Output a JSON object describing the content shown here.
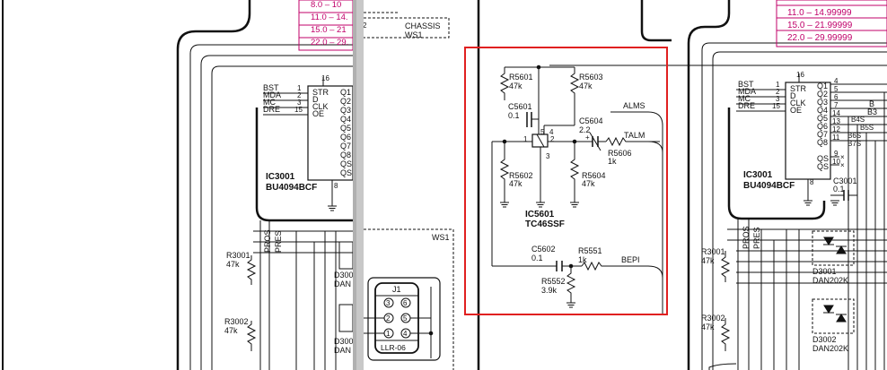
{
  "colors": {
    "line": "#111111",
    "highlight": "#e02020",
    "pink_table": "#c0006a",
    "separator_gray": "#c8c8c8"
  },
  "left_panel": {
    "freq_table_rows": [
      "8.0 – 10",
      "11.0 – 14.",
      "15.0 – 21",
      "22.0 – 29."
    ],
    "chassis_label": "CHASSIS",
    "ws1_top_label": "WS1",
    "pin_2": "2",
    "ic_label": "IC3001",
    "ic_part": "BU4094BCF",
    "ic_pin_top": "16",
    "ic_pin_bottom": "8",
    "pins_left": [
      {
        "signal": "BST",
        "num": "1",
        "name": "STR"
      },
      {
        "signal": "MDA",
        "num": "2",
        "name": "D"
      },
      {
        "signal": "MC",
        "num": "3",
        "name": "CLK"
      },
      {
        "signal": "DRE",
        "num": "15",
        "name": "OE"
      }
    ],
    "pins_right": [
      "Q1",
      "Q2",
      "Q3",
      "Q4",
      "Q5",
      "Q6",
      "Q7",
      "Q8",
      "QS",
      "QS"
    ],
    "vertical_labels": [
      "PROS",
      "PRES"
    ],
    "r3001": {
      "name": "R3001",
      "value": "47k"
    },
    "r3002": {
      "name": "R3002",
      "value": "47k"
    },
    "d3001_partial": {
      "name": "D300",
      "part": "DAN"
    },
    "d3002_partial": {
      "name": "D300",
      "part": "DAN"
    },
    "ws1_label": "WS1",
    "connector": {
      "name": "J1",
      "part": "LLR-06",
      "pins": [
        "3",
        "6",
        "2",
        "5",
        "1",
        "4"
      ]
    }
  },
  "middle_panel": {
    "r5601": {
      "name": "R5601",
      "value": "47k"
    },
    "r5603": {
      "name": "R5603",
      "value": "47k"
    },
    "c5601": {
      "name": "C5601",
      "value": "0.1"
    },
    "c5604": {
      "name": "C5604",
      "value": "2.2"
    },
    "r5602": {
      "name": "R5602",
      "value": "47k"
    },
    "r5604": {
      "name": "R5604",
      "value": "47k"
    },
    "r5606": {
      "name": "R5606",
      "value": "1k"
    },
    "ic_pins": [
      "5",
      "4",
      "1",
      "2",
      "3"
    ],
    "plus_sign": "+",
    "alms": "ALMS",
    "talm": "TALM",
    "ic_label": "IC5601",
    "ic_part": "TC46SSF",
    "c5602": {
      "name": "C5602",
      "value": "0.1"
    },
    "r5551": {
      "name": "R5551",
      "value": "1k"
    },
    "r5552": {
      "name": "R5552",
      "value": "3.9k"
    },
    "bepi": "BEPI"
  },
  "right_panel": {
    "freq_table_rows": [
      "11.0 – 14.99999",
      "15.0 – 21.99999",
      "22.0 – 29.99999"
    ],
    "ic_label": "IC3001",
    "ic_part": "BU4094BCF",
    "ic_pin_top": "16",
    "ic_pin_bottom": "8",
    "pins_left": [
      {
        "signal": "BST",
        "num": "1",
        "name": "STR"
      },
      {
        "signal": "MDA",
        "num": "2",
        "name": "D"
      },
      {
        "signal": "MC",
        "num": "3",
        "name": "CLK"
      },
      {
        "signal": "DRE",
        "num": "15",
        "name": "OE"
      }
    ],
    "pins_right": [
      {
        "name": "Q1",
        "num": "4",
        "signal": ""
      },
      {
        "name": "Q2",
        "num": "5",
        "signal": ""
      },
      {
        "name": "Q3",
        "num": "6",
        "signal": "B"
      },
      {
        "name": "Q4",
        "num": "7",
        "signal": "B3"
      },
      {
        "name": "Q5",
        "num": "14",
        "signal": "B4S"
      },
      {
        "name": "Q6",
        "num": "13",
        "signal": "B5S"
      },
      {
        "name": "Q7",
        "num": "12",
        "signal": "B6S"
      },
      {
        "name": "Q8",
        "num": "11",
        "signal": "B7S"
      },
      {
        "name": "QS",
        "num": "9",
        "signal": ""
      },
      {
        "name": "QS",
        "num": "10",
        "signal": ""
      }
    ],
    "c3001": {
      "name": "C3001",
      "value": "0.1"
    },
    "vertical_labels": [
      "PROS",
      "PRES"
    ],
    "r3001": {
      "name": "R3001",
      "value": "47k"
    },
    "r3002": {
      "name": "R3002",
      "value": "47k"
    },
    "d3001": {
      "name": "D3001",
      "part": "DAN202K"
    },
    "d3002": {
      "name": "D3002",
      "part": "DAN202K"
    }
  }
}
